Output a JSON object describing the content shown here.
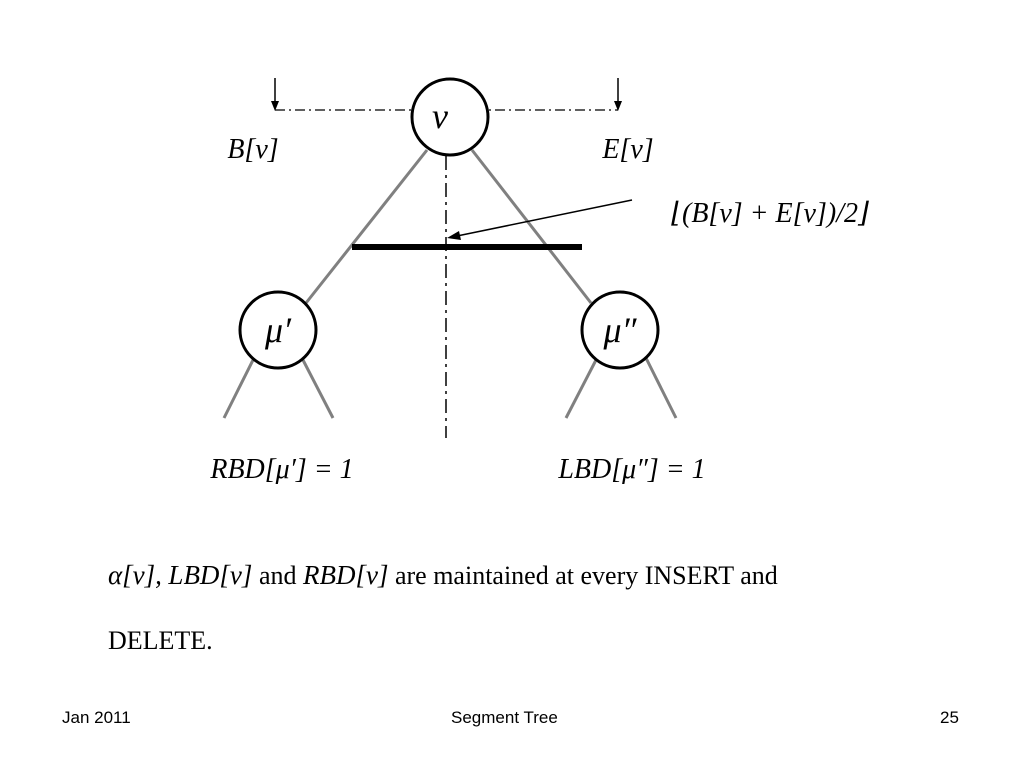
{
  "diagram": {
    "root_label": "v",
    "left_child_label": "μ′",
    "right_child_label": "μ″",
    "begin_label": "B[v]",
    "end_label": "E[v]",
    "midpoint_label": "⌊(B[v] + E[v])/2⌋",
    "left_child_condition": "RBD[μ′] = 1",
    "right_child_condition": "LBD[μ″] = 1",
    "colors": {
      "edge": "#808080",
      "ink": "#000000"
    }
  },
  "body": {
    "math_alpha": "α[v],",
    "math_lbd": "LBD[v]",
    "word_and_1": "and",
    "math_rbd": "RBD[v]",
    "line1_rest": "are maintained at every INSERT and",
    "line2": "DELETE."
  },
  "footer": {
    "date": "Jan 2011",
    "title": "Segment Tree",
    "page_number": "25"
  }
}
